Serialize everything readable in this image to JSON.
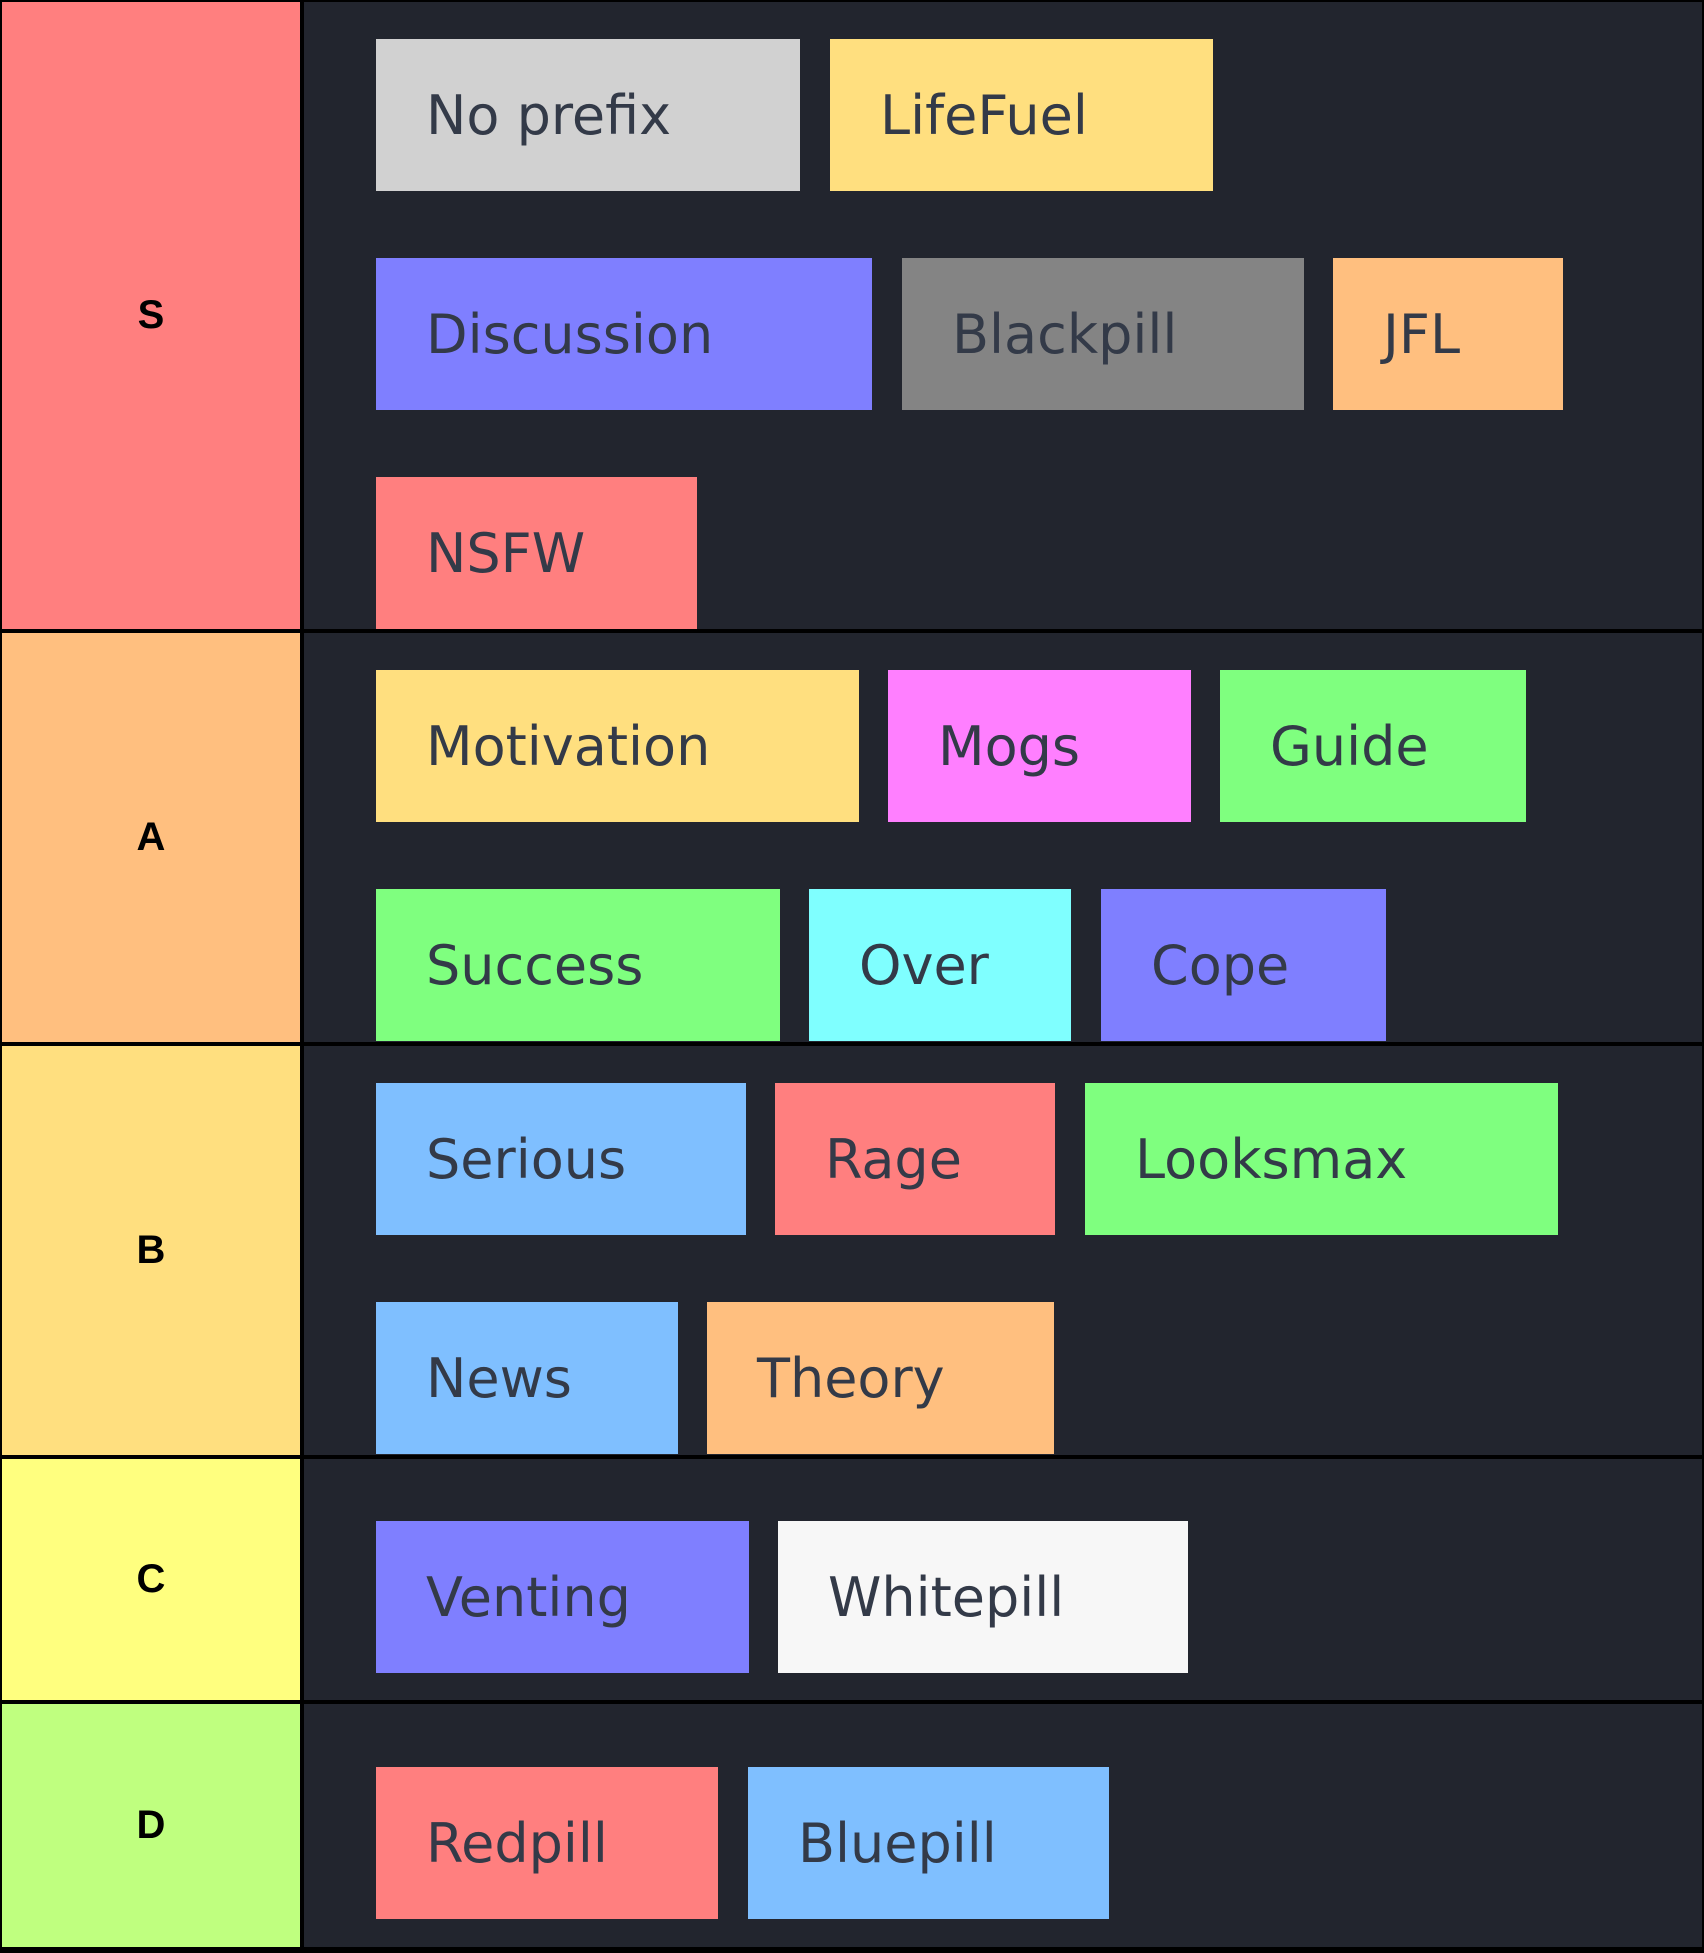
{
  "tiers": [
    {
      "label": "S",
      "color": "#ff7f7f",
      "tags": [
        {
          "label": "No prefix",
          "color": "#d1d1d1"
        },
        {
          "label": "LifeFuel",
          "color": "#ffdf7f"
        },
        {
          "label": "Discussion",
          "color": "#7f7fff"
        },
        {
          "label": "Blackpill",
          "color": "#848484"
        },
        {
          "label": "JFL",
          "color": "#ffbf7f"
        },
        {
          "label": "NSFW",
          "color": "#ff7f7f"
        }
      ]
    },
    {
      "label": "A",
      "color": "#ffbf7f",
      "tags": [
        {
          "label": "Motivation",
          "color": "#ffdf7f"
        },
        {
          "label": "Mogs",
          "color": "#ff7fff"
        },
        {
          "label": "Guide",
          "color": "#7fff7f"
        },
        {
          "label": "Success",
          "color": "#7fff7f"
        },
        {
          "label": "Over",
          "color": "#7fffff"
        },
        {
          "label": "Cope",
          "color": "#7f7fff"
        }
      ]
    },
    {
      "label": "B",
      "color": "#ffdf7f",
      "tags": [
        {
          "label": "Serious",
          "color": "#7fbfff"
        },
        {
          "label": "Rage",
          "color": "#ff7f7f"
        },
        {
          "label": "Looksmax",
          "color": "#7fff7f"
        },
        {
          "label": "News",
          "color": "#7fbfff"
        },
        {
          "label": "Theory",
          "color": "#ffbf7f"
        }
      ]
    },
    {
      "label": "C",
      "color": "#ffff7f",
      "tags": [
        {
          "label": "Venting",
          "color": "#7f7fff"
        },
        {
          "label": "Whitepill",
          "color": "#f7f7f7"
        }
      ]
    },
    {
      "label": "D",
      "color": "#bfff7f",
      "tags": [
        {
          "label": "Redpill",
          "color": "#ff7f7f"
        },
        {
          "label": "Bluepill",
          "color": "#7fbfff"
        }
      ]
    }
  ]
}
